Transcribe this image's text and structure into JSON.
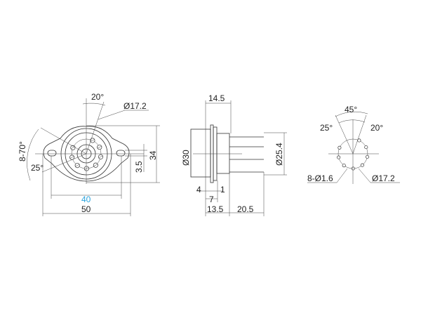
{
  "front_view": {
    "angle_top": "20°",
    "pin_circle_dia": "Ø17.2",
    "pin_angle_label": "8-70°",
    "angle_left": "25°",
    "hole_offset": "3.5",
    "height": "34",
    "hole_spacing": "40",
    "width": "50",
    "accent_color": "#29a3dd"
  },
  "side_view": {
    "top_width": "14.5",
    "body_dia": "Ø30",
    "pin_dia": "Ø25.4",
    "flange_a": "4",
    "flange_b": "1",
    "flange_c": "7",
    "body_length": "13.5",
    "pin_length": "20.5"
  },
  "pin_view": {
    "total_angle": "45°",
    "left_angle": "25°",
    "right_angle": "20°",
    "pin_holes": "8-Ø1.6",
    "pin_circle_dia": "Ø17.2"
  }
}
